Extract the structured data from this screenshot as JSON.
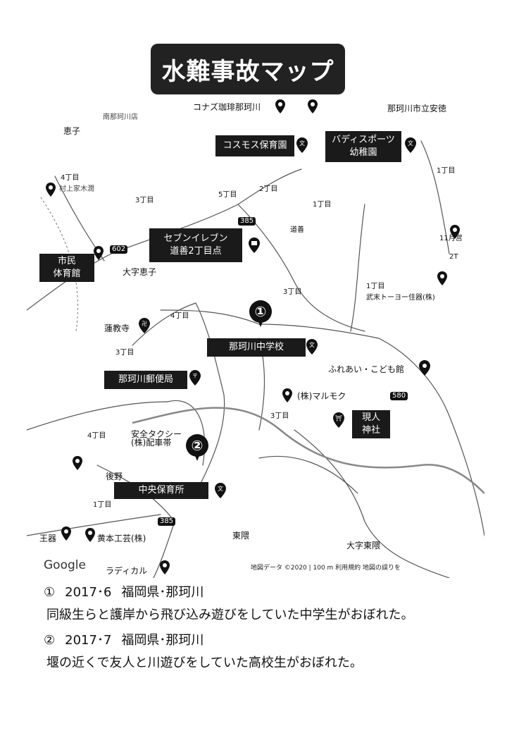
{
  "title": "水難事故マップ",
  "map": {
    "places": {
      "cosmos": "コスモス保育園",
      "buddies": "バディスポーツ\n幼稚園",
      "seven": "セブンイレブン\n道善2丁目点",
      "shimin": "市民\n体育館",
      "chugakko": "那珂川中学校",
      "yubinkyoku": "那珂川郵便局",
      "jinja": "現人\n神社",
      "chuo": "中央保育所"
    },
    "labels": {
      "top1": "コナズ珈琲那珂川",
      "top2": "那珂川市立安徳",
      "top3": "南那珂川店",
      "sue": "恵子",
      "aza": "大字恵子",
      "dozen": "道善",
      "renkyoji": "蓮教寺",
      "fureai": "ふれあい・こども館",
      "marumoku": "(株)マルモク",
      "taxi": "安全タクシー\n(株)配車帯",
      "goshino": "後野",
      "higashi": "東隈",
      "aza2": "大字東隈",
      "toyo": "武末トーヨー住器(株)",
      "tsuki": "11月営",
      "murakami": "村上家木潤",
      "tokuhito": "黄本工芸(株)",
      "kihei": "王器",
      "radical": "ラディカル"
    },
    "chome": [
      "4丁目",
      "3丁目",
      "5丁目",
      "2丁目",
      "1丁目",
      "1丁目",
      "4丁目",
      "3丁目",
      "3丁目",
      "1丁目",
      "4丁目",
      "3丁目",
      "1丁目",
      "2T"
    ],
    "route_numbers": [
      "385",
      "602",
      "580",
      "385"
    ],
    "markers": [
      "①",
      "②"
    ],
    "google": "Google",
    "attribution": "地図データ ©2020 | 100 m     利用規約  地図の誤りを"
  },
  "incidents": [
    {
      "num": "①",
      "date": "2017･6",
      "place": "福岡県･那珂川",
      "desc": "同級生らと護岸から飛び込み遊びをしていた中学生がおぼれた。"
    },
    {
      "num": "②",
      "date": "2017･7",
      "place": "福岡県･那珂川",
      "desc": "堰の近くで友人と川遊びをしていた高校生がおぼれた。"
    }
  ]
}
